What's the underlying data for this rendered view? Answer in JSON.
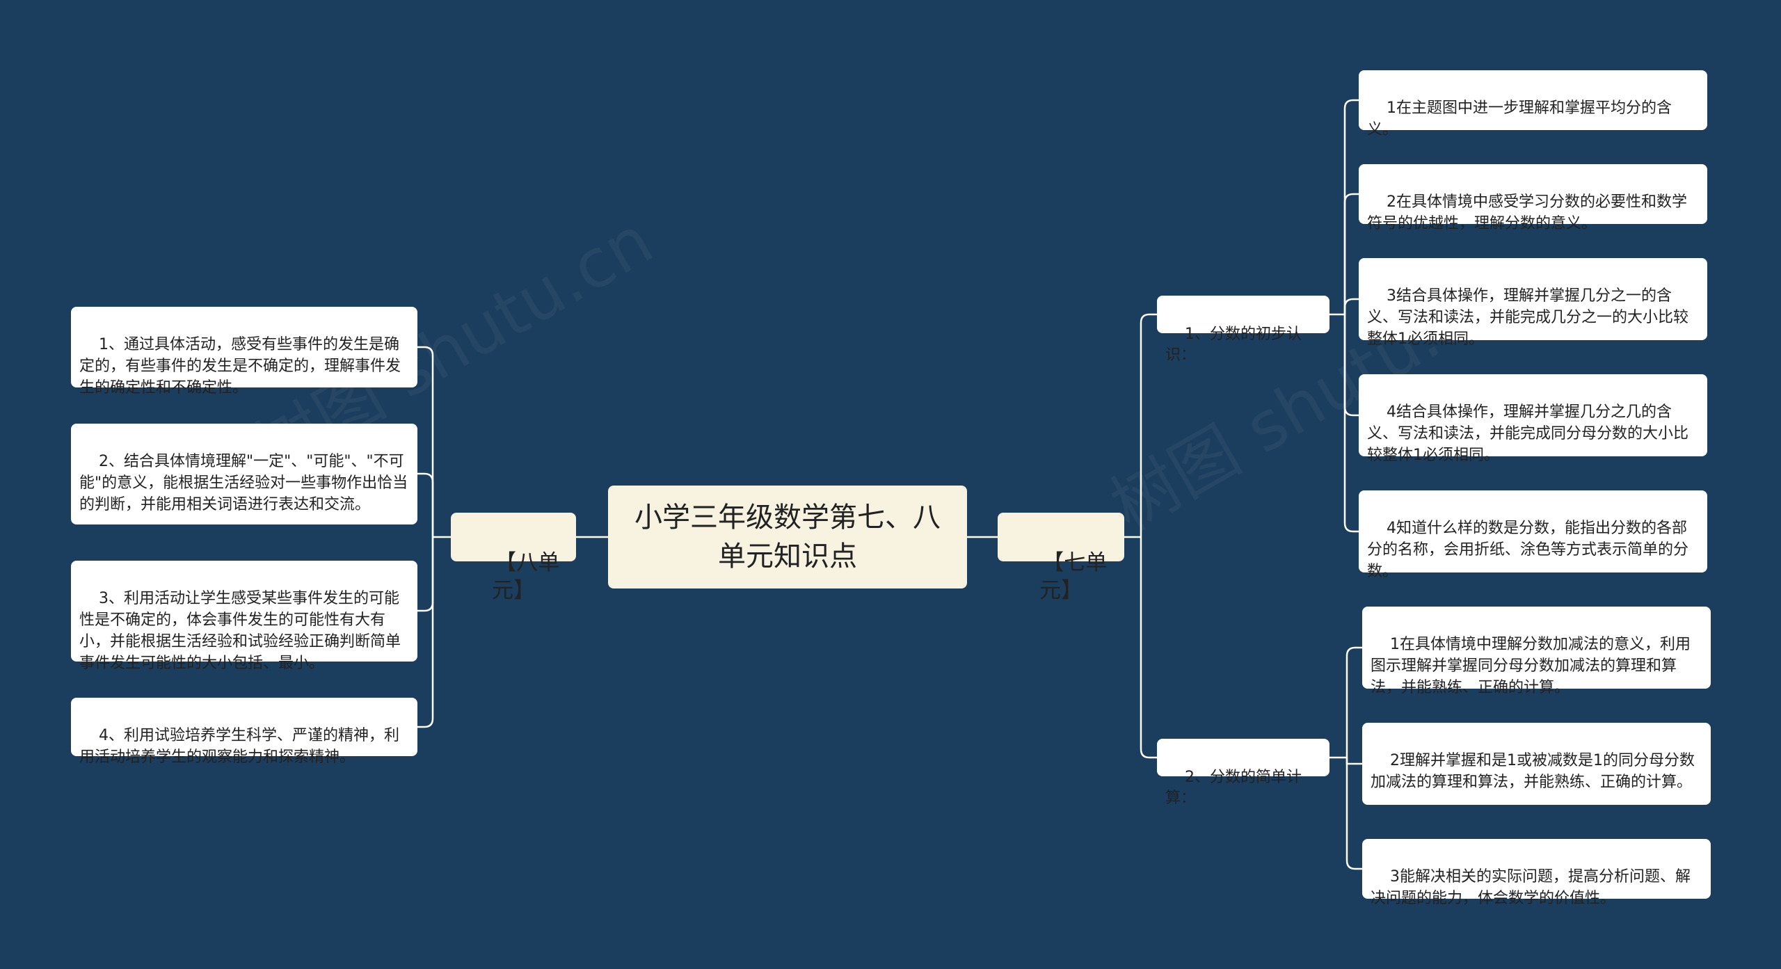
{
  "root": {
    "title": "小学三年级数学第七、八单元知识点"
  },
  "left_branch": {
    "label": "【八单元】",
    "items": [
      "1、通过具体活动，感受有些事件的发生是确定的，有些事件的发生是不确定的，理解事件发生的确定性和不确定性。",
      "2、结合具体情境理解\"一定\"、\"可能\"、\"不可能\"的意义，能根据生活经验对一些事物作出恰当的判断，并能用相关词语进行表达和交流。",
      "3、利用活动让学生感受某些事件发生的可能性是不确定的，体会事件发生的可能性有大有小，并能根据生活经验和试验经验正确判断简单事件发生可能性的大小包括、最小。",
      "4、利用试验培养学生科学、严谨的精神，利用活动培养学生的观察能力和探索精神。"
    ]
  },
  "right_branch": {
    "label": "【七单元】",
    "groups": [
      {
        "label": "1、分数的初步认识：",
        "items": [
          "1在主题图中进一步理解和掌握平均分的含义。",
          "2在具体情境中感受学习分数的必要性和数学符号的优越性，理解分数的意义。",
          "3结合具体操作，理解并掌握几分之一的含义、写法和读法，并能完成几分之一的大小比较整体1必须相同。",
          "4结合具体操作，理解并掌握几分之几的含义、写法和读法，并能完成同分母分数的大小比较整体1必须相同。",
          "4知道什么样的数是分数，能指出分数的各部分的名称，会用折纸、涂色等方式表示简单的分数。"
        ]
      },
      {
        "label": "2、分数的简单计算：",
        "items": [
          "1在具体情境中理解分数加减法的意义，利用图示理解并掌握同分母分数加减法的算理和算法，并能熟练、正确的计算。",
          "2理解并掌握和是1或被减数是1的同分母分数加减法的算理和算法，并能熟练、正确的计算。",
          "3能解决相关的实际问题，提高分析问题、解决问题的能力，体会数学的价值性。"
        ]
      }
    ]
  },
  "colors": {
    "background": "#1b3d5e",
    "connector": "#ffffff",
    "root_fill": "#f8f3e1",
    "leaf_fill": "#ffffff"
  }
}
